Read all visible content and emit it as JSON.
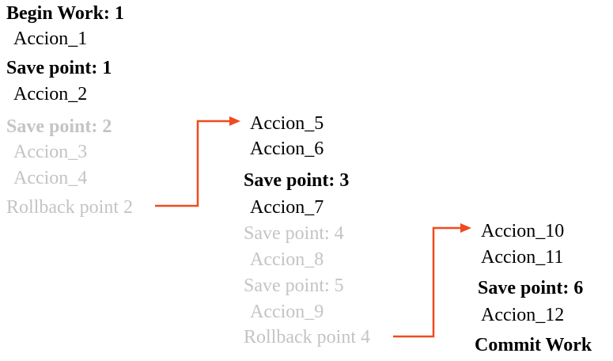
{
  "colors": {
    "active_text": "#000000",
    "inactive_text": "#c4c4c4",
    "arrow": "#f04a1e"
  },
  "column1": [
    {
      "text": "Begin Work: 1",
      "bold": true,
      "active": true
    },
    {
      "text": "Accion_1",
      "bold": false,
      "active": true
    },
    {
      "text": "Save point: 1",
      "bold": true,
      "active": true
    },
    {
      "text": "Accion_2",
      "bold": false,
      "active": true
    },
    {
      "text": "Save point: 2",
      "bold": true,
      "active": false
    },
    {
      "text": "Accion_3",
      "bold": false,
      "active": false
    },
    {
      "text": "Accion_4",
      "bold": false,
      "active": false
    },
    {
      "text": "Rollback point 2",
      "bold": false,
      "active": false
    }
  ],
  "column2": [
    {
      "text": "Accion_5",
      "bold": false,
      "active": true
    },
    {
      "text": "Accion_6",
      "bold": false,
      "active": true
    },
    {
      "text": "Save point: 3",
      "bold": true,
      "active": true
    },
    {
      "text": "Accion_7",
      "bold": false,
      "active": true
    },
    {
      "text": "Save point: 4",
      "bold": false,
      "active": false
    },
    {
      "text": "Accion_8",
      "bold": false,
      "active": false
    },
    {
      "text": "Save point: 5",
      "bold": false,
      "active": false
    },
    {
      "text": "Accion_9",
      "bold": false,
      "active": false
    },
    {
      "text": "Rollback point 4",
      "bold": false,
      "active": false
    }
  ],
  "column3": [
    {
      "text": "Accion_10",
      "bold": false,
      "active": true
    },
    {
      "text": "Accion_11",
      "bold": false,
      "active": true
    },
    {
      "text": "Save point: 6",
      "bold": true,
      "active": true
    },
    {
      "text": "Accion_12",
      "bold": false,
      "active": true
    },
    {
      "text": "Commit Work",
      "bold": true,
      "active": true
    }
  ]
}
